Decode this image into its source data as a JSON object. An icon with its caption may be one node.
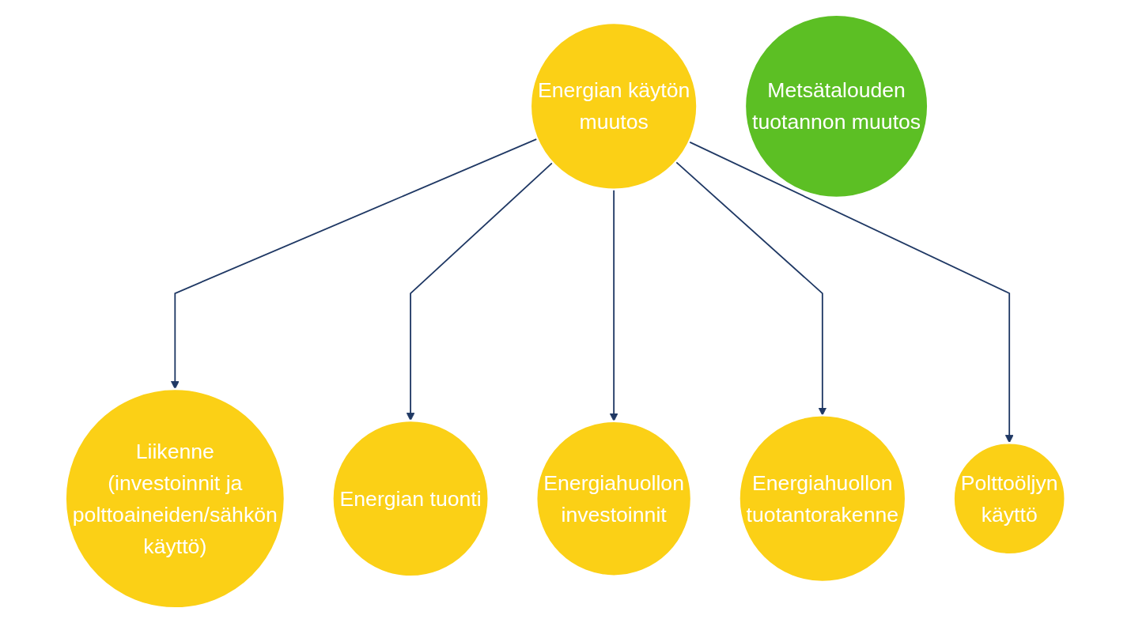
{
  "diagram": {
    "nodes": [
      {
        "text": [
          "Metsätalouden tuotannon muutos"
        ]
      },
      {
        "text": [
          "Energian käytön muutos"
        ]
      },
      {
        "text": [
          "Liikenne",
          "(investoinnit ja polttoaineiden/sähkön käyttö)"
        ]
      },
      {
        "text": [
          "Energian tuonti"
        ]
      },
      {
        "text": [
          "Energiahuollon investoinnit"
        ]
      },
      {
        "text": [
          "Energiahuollon tuotantorakenne"
        ]
      },
      {
        "text": [
          "Polttoöljyn käyttö"
        ]
      }
    ],
    "edges": [
      {
        "from": 1,
        "to": 2,
        "arrow": "to"
      },
      {
        "from": 1,
        "to": 3,
        "arrow": "to"
      },
      {
        "from": 1,
        "to": 4,
        "arrow": "to"
      },
      {
        "from": 1,
        "to": 5,
        "arrow": "to"
      },
      {
        "from": 1,
        "to": 6,
        "arrow": "to"
      }
    ]
  }
}
